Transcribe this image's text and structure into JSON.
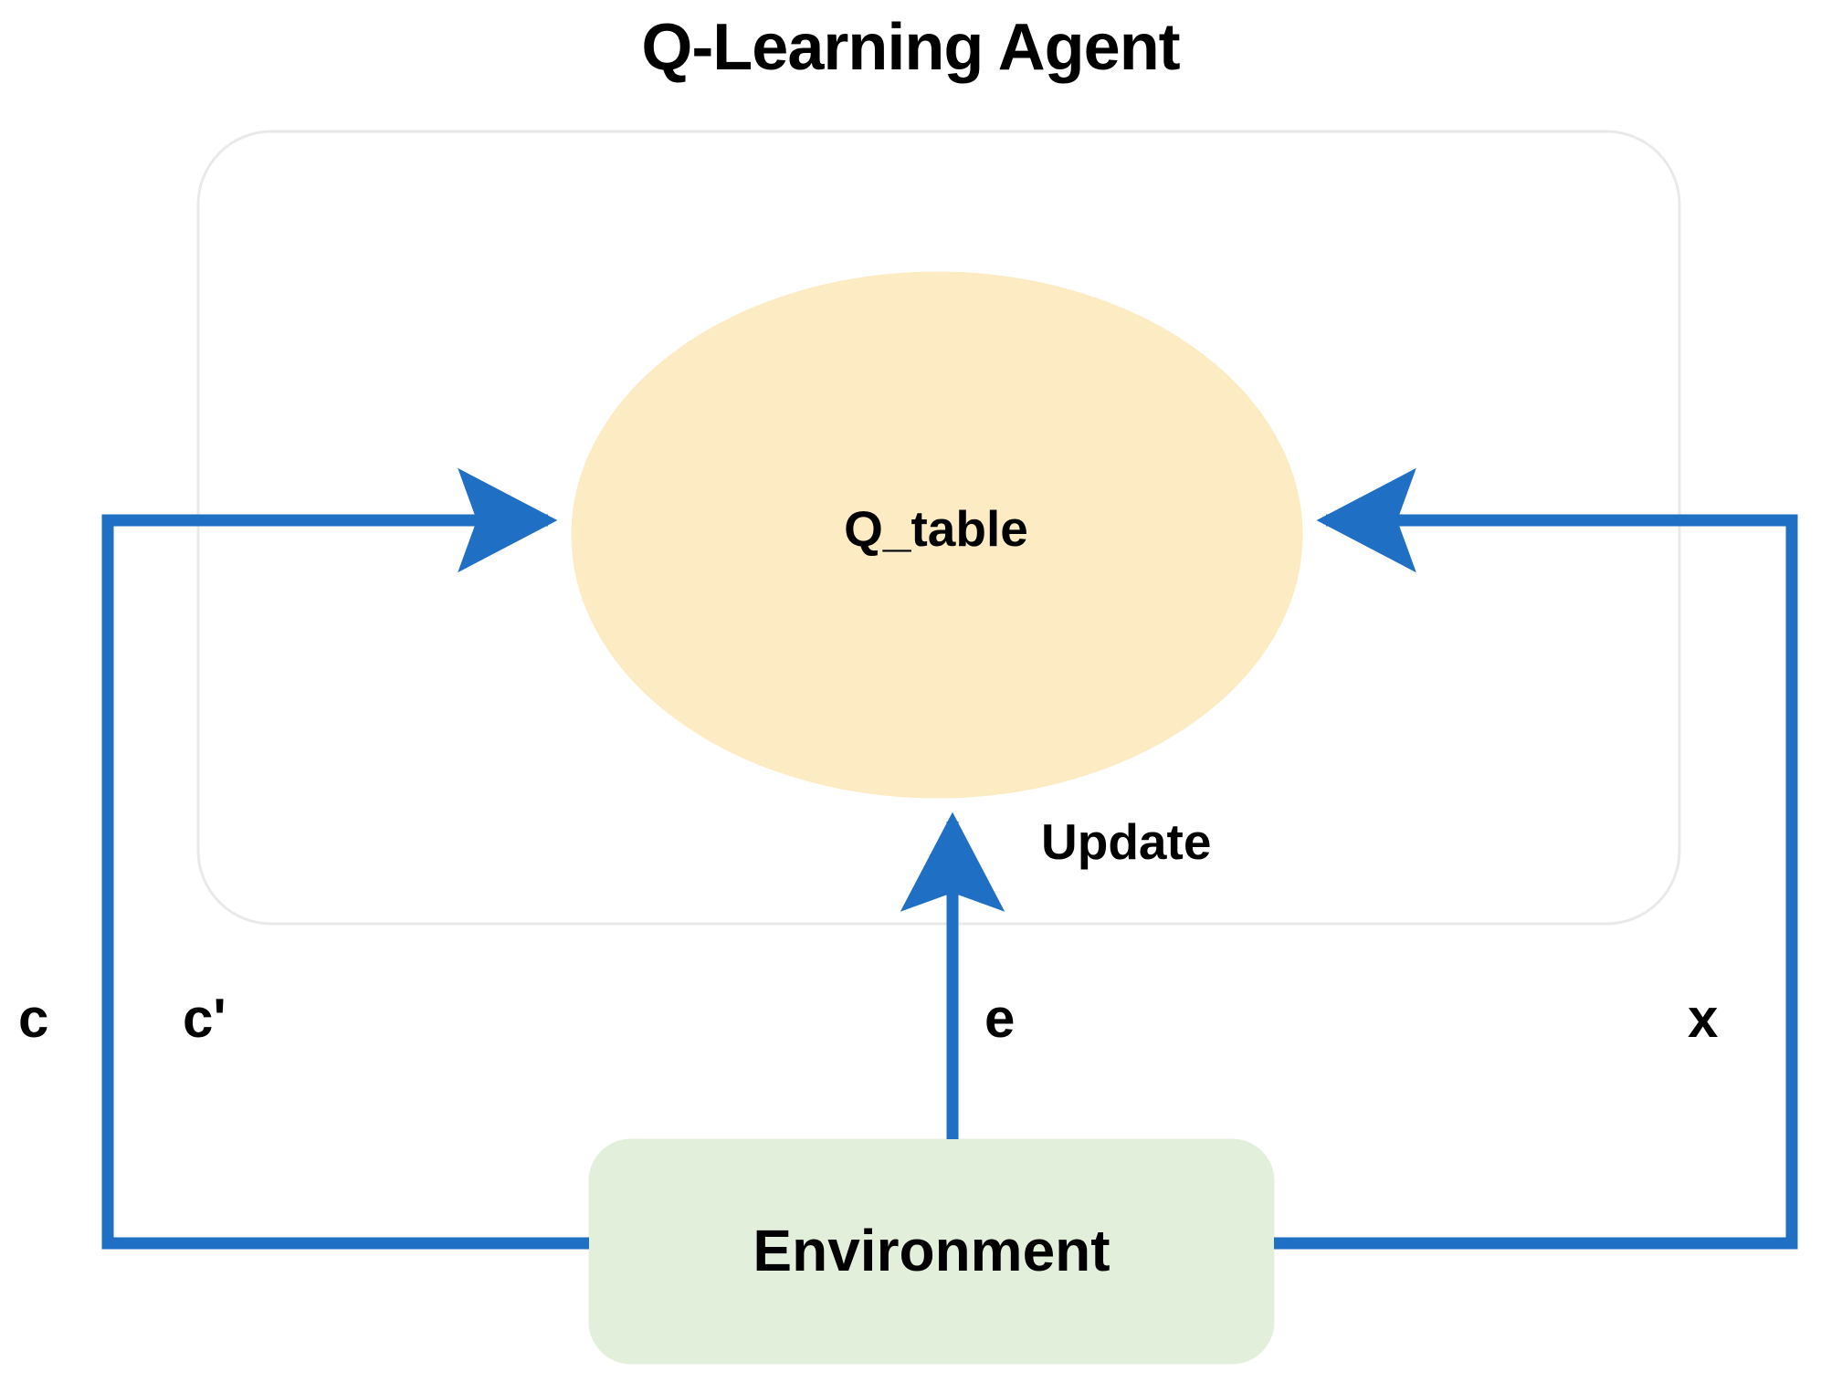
{
  "diagram": {
    "title": "Q-Learning Agent",
    "type": "block-flow-diagram",
    "agent_container": {
      "name": "Q-Learning Agent boundary",
      "border_color": "#E9E9E9",
      "fill": "#FFFFFF"
    },
    "nodes": [
      {
        "id": "q_table",
        "label": "Q_table",
        "shape": "ellipse",
        "fill": "#FCEBC3",
        "text_color": "#000000"
      },
      {
        "id": "environment",
        "label": "Environment",
        "shape": "rounded-rect",
        "fill": "#E2EFDA",
        "text_color": "#000000"
      }
    ],
    "edges": [
      {
        "id": "edge-c-prime",
        "label": "c'",
        "from": "environment",
        "to": "q_table",
        "direction": "right",
        "color": "#1F6FC4",
        "path": "environment-left -> down-left -> up -> right into Q_table left"
      },
      {
        "id": "edge-c",
        "label": "c",
        "from": "environment",
        "to": "external",
        "direction": "outbound",
        "color": "#1F6FC4"
      },
      {
        "id": "edge-e",
        "label": "e",
        "from": "environment",
        "to": "q_table",
        "direction": "up",
        "color": "#1F6FC4",
        "path": "environment-top -> up into Q_table bottom"
      },
      {
        "id": "edge-x",
        "label": "x",
        "from": "environment",
        "to": "q_table",
        "direction": "left",
        "color": "#1F6FC4",
        "path": "environment-right -> right -> up -> left into Q_table right"
      },
      {
        "id": "edge-update",
        "label": "Update",
        "annotates": "edge-e",
        "color": "#000000"
      }
    ],
    "labels": {
      "c": "c",
      "c_prime": "c'",
      "e": "e",
      "x": "x",
      "update": "Update"
    },
    "colors": {
      "arrow_blue": "#1F6FC4",
      "qtable_fill": "#FCEBC3",
      "environment_fill": "#E2EFDA",
      "container_border": "#E9E9E9",
      "text": "#000000",
      "background": "#FFFFFF"
    }
  }
}
